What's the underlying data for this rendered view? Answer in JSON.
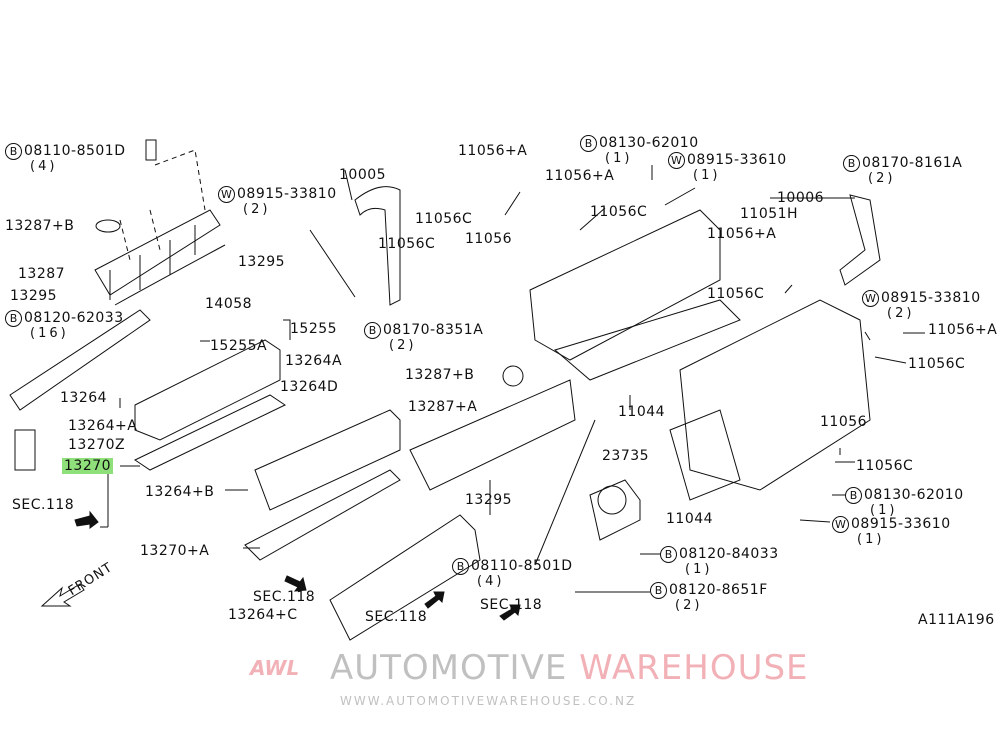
{
  "diagram_code": "A111A196",
  "watermark": {
    "logo": "AWL",
    "name_gray": "AUTOMOTIVE ",
    "name_red": "WAREHOUSE",
    "url": "WWW.AUTOMOTIVEWAREHOUSE.CO.NZ"
  },
  "front_label": "FRONT",
  "labels": [
    {
      "p": "B",
      "n": "08110-8501D",
      "q": "(4)"
    },
    {
      "n": "13287+B"
    },
    {
      "p": "W",
      "n": "08915-33810",
      "q": "(2)"
    },
    {
      "n": "13287"
    },
    {
      "n": "13295"
    },
    {
      "n": "13295"
    },
    {
      "n": "14058"
    },
    {
      "p": "B",
      "n": "08120-62033",
      "q": "(16)"
    },
    {
      "n": "15255"
    },
    {
      "n": "15255A"
    },
    {
      "n": "13264"
    },
    {
      "n": "13264+A"
    },
    {
      "n": "13270Z"
    },
    {
      "n": "13270"
    },
    {
      "n": "SEC.118"
    },
    {
      "n": "13264+B"
    },
    {
      "n": "13270+A"
    },
    {
      "n": "SEC.118"
    },
    {
      "n": "13264+C"
    },
    {
      "n": "SEC.118"
    },
    {
      "n": "10005"
    },
    {
      "n": "11056+A"
    },
    {
      "n": "11056+A"
    },
    {
      "n": "11056C"
    },
    {
      "n": "11056C"
    },
    {
      "n": "11056"
    },
    {
      "n": "11056C"
    },
    {
      "p": "B",
      "n": "08130-62010",
      "q": "(1)"
    },
    {
      "p": "W",
      "n": "08915-33610",
      "q": "(1)"
    },
    {
      "n": "11051H"
    },
    {
      "n": "11056+A"
    },
    {
      "n": "11056C"
    },
    {
      "p": "B",
      "n": "08170-8351A",
      "q": "(2)"
    },
    {
      "n": "13264A"
    },
    {
      "n": "13264D"
    },
    {
      "n": "13287+B"
    },
    {
      "n": "13287+A"
    },
    {
      "n": "11044"
    },
    {
      "n": "13295"
    },
    {
      "p": "B",
      "n": "08110-8501D",
      "q": "(4)"
    },
    {
      "n": "SEC.118"
    },
    {
      "n": "23735"
    },
    {
      "n": "11044"
    },
    {
      "n": "10006"
    },
    {
      "p": "B",
      "n": "08170-8161A",
      "q": "(2)"
    },
    {
      "p": "W",
      "n": "08915-33810",
      "q": "(2)"
    },
    {
      "n": "11056+A"
    },
    {
      "n": "11056C"
    },
    {
      "n": "11056"
    },
    {
      "n": "11056C"
    },
    {
      "p": "B",
      "n": "08130-62010",
      "q": "(1)"
    },
    {
      "p": "W",
      "n": "08915-33610",
      "q": "(1)"
    },
    {
      "p": "B",
      "n": "08120-84033",
      "q": "(1)"
    },
    {
      "p": "B",
      "n": "08120-8651F",
      "q": "(2)"
    }
  ]
}
